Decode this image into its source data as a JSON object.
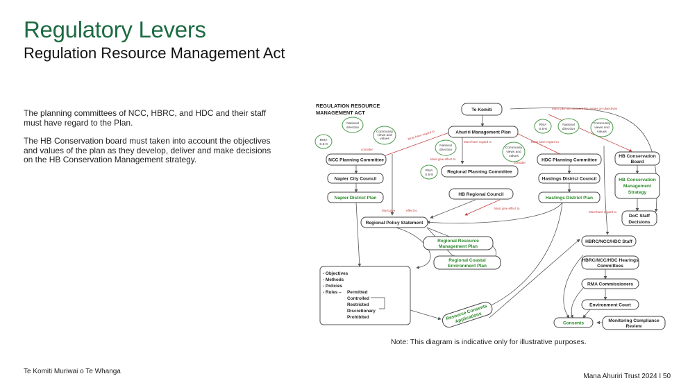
{
  "page": {
    "title": "Regulatory Levers",
    "subtitle": "Regulation Resource Management Act",
    "paragraphs": [
      "The planning committees of NCC, HBRC, and HDC and their staff must have regard to the Plan.",
      "The HB Conservation board must taken into account the objectives and values of the plan as they develop, deliver and make decisions on the HB Conservation Management strategy."
    ],
    "note": "Note: This diagram is indicative only for illustrative purposes.",
    "footer_left": "Te Komiti Muriwai o Te Whanga",
    "footer_right": "Mana Ahuriri Trust 2024  I  50"
  },
  "diagram": {
    "heading_line1": "REGULATION RESOURCE",
    "heading_line2": "MANAGEMENT ACT",
    "nodes": {
      "te_komiti": "Te Komiti",
      "ahuriri_plan": "Ahuriri Management Plan",
      "ncc_committee": "NCC Planning Committee",
      "napier_council": "Napier City Council",
      "napier_plan": "Napier District Plan",
      "regional_committee": "Regional Planning Committee",
      "hb_regional_council": "HB Regional Council",
      "regional_policy": "Regional Policy Statement",
      "regional_resource_plan_1": "Regional Resource",
      "regional_resource_plan_2": "Management Plan",
      "coastal_plan_1": "Regional Coastal",
      "coastal_plan_2": "Environment Plan",
      "hdc_committee": "HDC Planning Committee",
      "hastings_council": "Hastings District Council",
      "hastings_plan": "Hastings District Plan",
      "hb_board_1": "HB Conservation",
      "hb_board_2": "Board",
      "hb_strategy_1": "HB Conservation",
      "hb_strategy_2": "Management",
      "hb_strategy_3": "Strategy",
      "doc_staff_1": "DoC Staff",
      "doc_staff_2": "Decisions",
      "staff": "HBRC/NCC/HDC Staff",
      "hearings_1": "HBRC/NCC/HDC Hearings",
      "hearings_2": "Committees",
      "rma_commissioners": "RMA Commissioners",
      "environment_court": "Environment Court",
      "consents": "Consents",
      "monitoring_1": "Monitoring Compliance",
      "monitoring_2": "Review",
      "resource_consents_1": "Resource Consents",
      "resource_consents_2": "Applications"
    },
    "circles": {
      "national_direction_1": "National",
      "national_direction_2": "direction",
      "community_1": "Community",
      "community_2": "views and",
      "community_3": "values",
      "rma": "RMA",
      "rma_sections": "S.5-8"
    },
    "plan_contents": {
      "objectives": "- Objectives",
      "methods": "- Methods",
      "policies": "- Policies",
      "rules": "- Rules –",
      "permitted": "Permitted",
      "controlled": "Controlled",
      "restricted": "Restricted",
      "discretionary": "Discretionary",
      "prohibited": "Prohibited"
    },
    "relations": {
      "must_have_regard": "Must have regard to",
      "must_take_account": "Must take into account the values an objectives",
      "consider": "consider",
      "must_give_effect": "Must give effect to",
      "must_give": "Must give",
      "effect_to": "effect to"
    }
  }
}
